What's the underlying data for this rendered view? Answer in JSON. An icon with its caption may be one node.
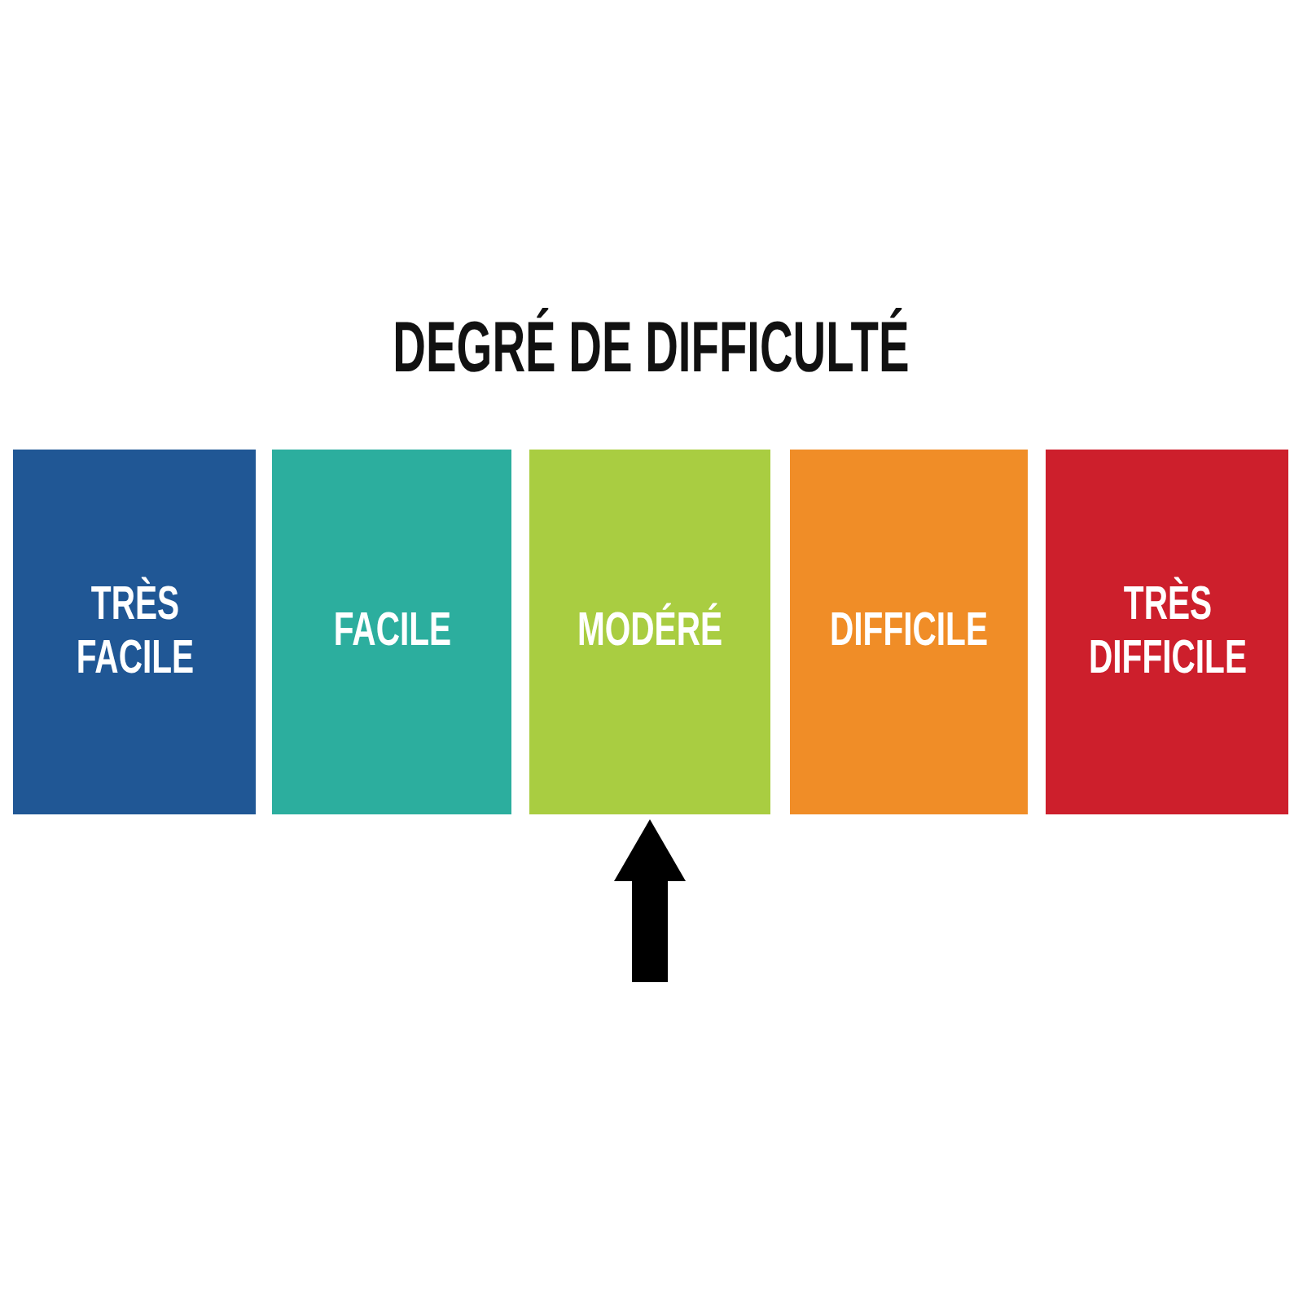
{
  "diagram": {
    "title": "DEGRÉ DE DIFFICULTÉ",
    "nodes": [
      {
        "text": [
          "TRÈS FACILE"
        ]
      },
      {
        "text": [
          "FACILE"
        ]
      },
      {
        "text": [
          "MODÉRÉ"
        ]
      },
      {
        "text": [
          "DIFFICILE"
        ]
      },
      {
        "text": [
          "TRÈS DIFFICILE"
        ]
      }
    ],
    "edges": [
      {
        "from": null,
        "to": 2,
        "arrow": "to"
      }
    ]
  }
}
